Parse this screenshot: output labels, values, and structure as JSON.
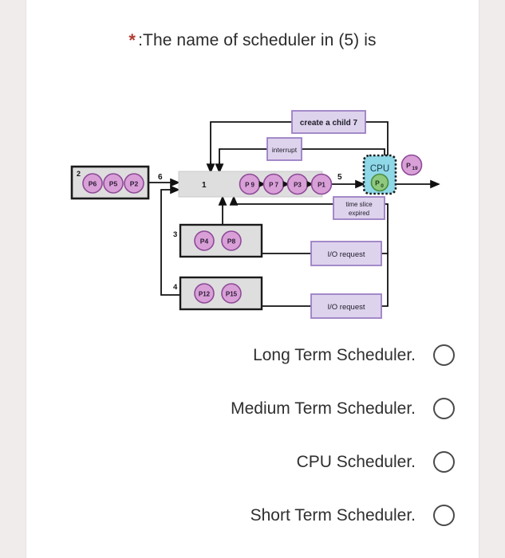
{
  "question": {
    "asterisk": "*",
    "text": ":The name of scheduler in (5) is"
  },
  "diagram": {
    "queues": [
      {
        "id": "queue-2",
        "number": "2",
        "processes": [
          "P6",
          "P5",
          "P2"
        ]
      },
      {
        "id": "queue-1",
        "number": "1",
        "processes": [
          "P 9",
          "P 7",
          "P3",
          "P1"
        ]
      },
      {
        "id": "queue-3",
        "number": "3",
        "processes": [
          "P4",
          "P8"
        ]
      },
      {
        "id": "queue-4",
        "number": "4",
        "processes": [
          "P12",
          "P15"
        ]
      }
    ],
    "events": {
      "create_child": "create a child  7",
      "interrupt": "interrupt",
      "time_slice": [
        "time slice",
        "expired"
      ],
      "io_request_upper": "I/O request",
      "io_request_lower": "I/O request"
    },
    "cpu": {
      "label": "CPU",
      "running_process": "P",
      "running_process_sub": "0",
      "waiting_process": "P",
      "waiting_process_sub": "19"
    },
    "edge_labels": {
      "from_queue2": "6",
      "to_cpu": "5"
    },
    "colors": {
      "process_fill": "#d9a0d8",
      "process_stroke": "#8e4a98",
      "queue_fill": "#dedede",
      "queue_stroke": "#1a1a1a",
      "event_fill": "#ded3ed",
      "event_stroke": "#9b7fc4",
      "cpu_fill": "#8fd8e8",
      "cpu_stroke": "#1a1a1a",
      "cpu_process_fill": "#8ec97e",
      "cpu_process_stroke": "#4c8c3c",
      "arrow": "#111111"
    }
  },
  "options": [
    {
      "label": "Long Term Scheduler.",
      "selected": false
    },
    {
      "label": "Medium Term Scheduler.",
      "selected": false
    },
    {
      "label": "CPU Scheduler.",
      "selected": false
    },
    {
      "label": "Short Term Scheduler.",
      "selected": false
    }
  ]
}
